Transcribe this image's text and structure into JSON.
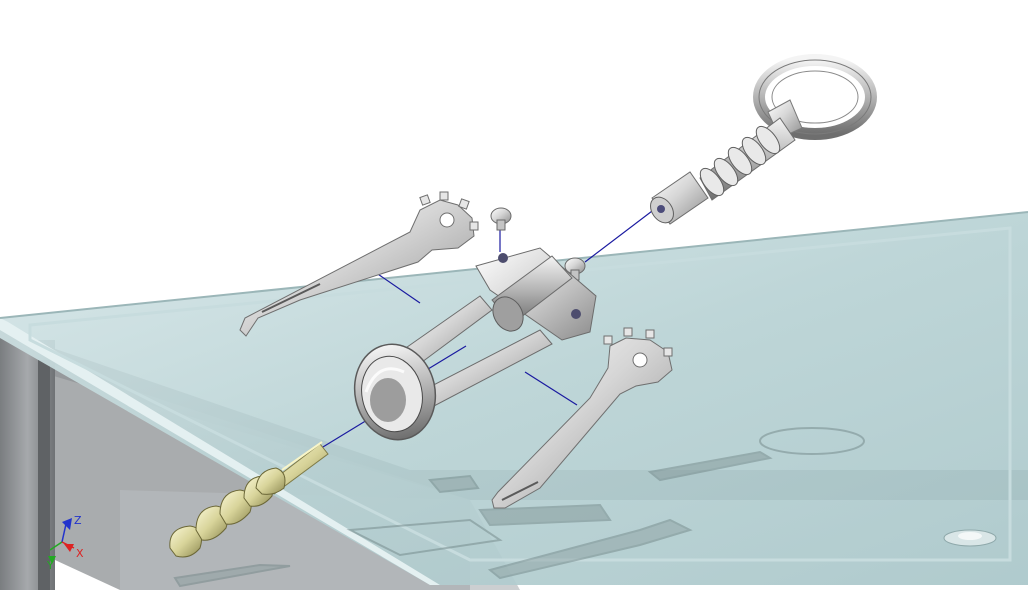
{
  "viewport": {
    "background": "#ffffff",
    "table_glass_color": "#bcd6d8",
    "table_frame_color": "#8e9194",
    "part_metal_color": "#d9d9d9",
    "screw_gold_color": "#d8d49a",
    "explode_line_color": "#1a1aa0"
  },
  "triad": {
    "z_label": "Z",
    "y_label": "Y",
    "x_label": "X",
    "z_color": "#2233cc",
    "y_color": "#22aa22",
    "x_color": "#dd2222"
  }
}
